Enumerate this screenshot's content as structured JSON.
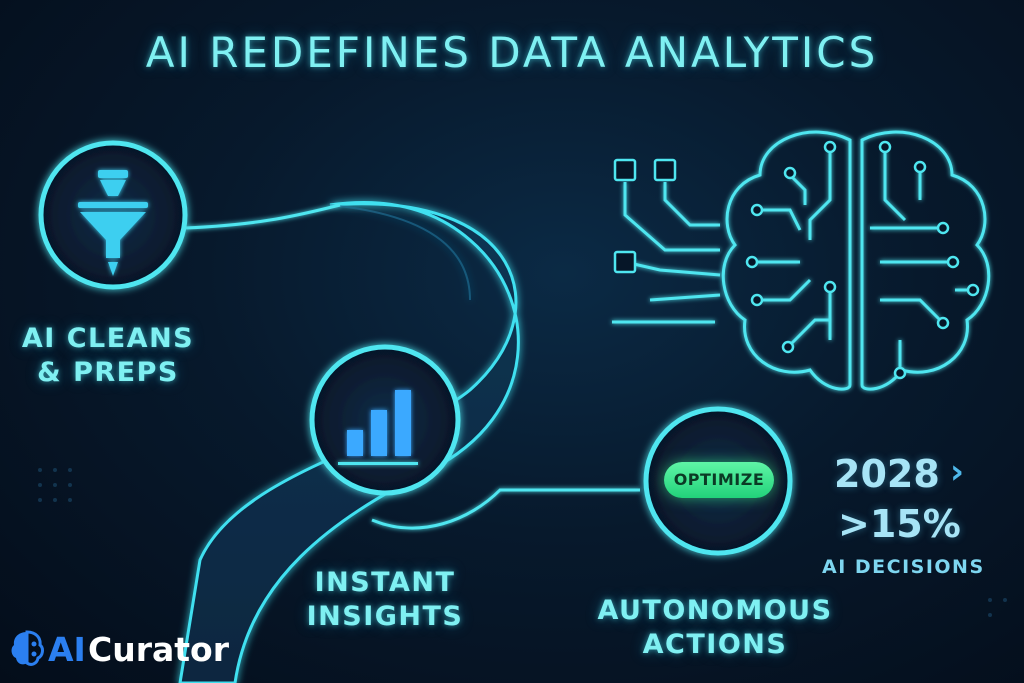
{
  "title": "AI REDEFINES DATA ANALYTICS",
  "steps": {
    "clean": {
      "line1": "AI CLEANS",
      "line2": "& PREPS",
      "icon": "funnel-icon"
    },
    "insights": {
      "line1": "INSTANT",
      "line2": "INSIGHTS",
      "icon": "bar-chart-icon"
    },
    "actions": {
      "line1": "AUTONOMOUS",
      "line2": "ACTIONS",
      "badge": "OPTIMIZE"
    }
  },
  "stat": {
    "year": "2028",
    "chevron": "›",
    "value": ">15%",
    "label": "AI DECISIONS"
  },
  "brain": {
    "icon": "circuit-brain-icon"
  },
  "brand": {
    "ai": "AI",
    "name": "Curator"
  },
  "colors": {
    "accent": "#4fe6f0",
    "badge": "#3ee88e",
    "brand_blue": "#2b7ff0"
  }
}
